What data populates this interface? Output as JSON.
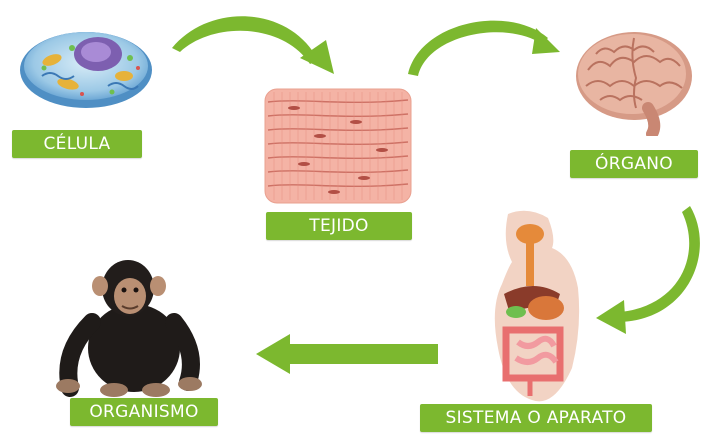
{
  "diagram": {
    "title": "",
    "accent_color": "#7cb82f",
    "levels": [
      {
        "key": "celula",
        "label": "CÉLULA",
        "icon": "cell-icon"
      },
      {
        "key": "tejido",
        "label": "TEJIDO",
        "icon": "muscle-tissue-icon"
      },
      {
        "key": "organo",
        "label": "ÓRGANO",
        "icon": "brain-icon"
      },
      {
        "key": "sistema",
        "label": "SISTEMA O APARATO",
        "icon": "digestive-system-icon"
      },
      {
        "key": "organismo",
        "label": "ORGANISMO",
        "icon": "chimpanzee-icon"
      }
    ],
    "flow": [
      "celula",
      "tejido",
      "organo",
      "sistema",
      "organismo"
    ]
  }
}
